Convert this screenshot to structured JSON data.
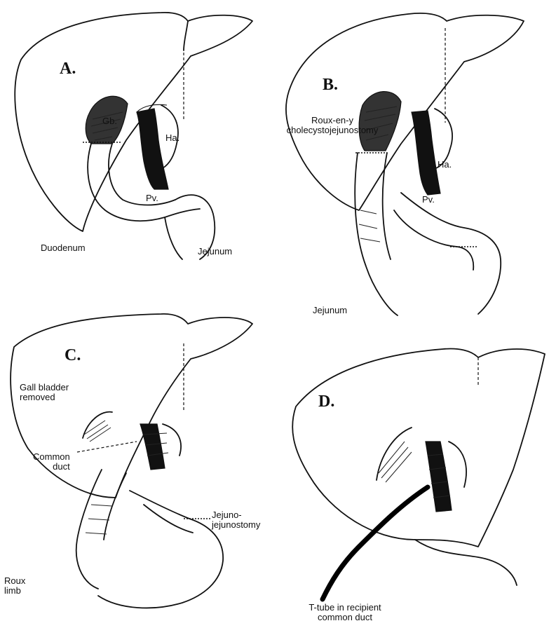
{
  "panels": {
    "a": {
      "letter": "A.",
      "labels": {
        "gallbladder": "Gb.",
        "hepatic_artery": "Ha.",
        "portal_vein": "Pv.",
        "duodenum": "Duodenum",
        "jejunum": "Jejunum"
      }
    },
    "b": {
      "letter": "B.",
      "labels": {
        "procedure_line1": "Roux-en-y",
        "procedure_line2": "cholecystojejunostomy",
        "hepatic_artery": "Ha.",
        "portal_vein": "Pv.",
        "jejunum": "Jejunum"
      }
    },
    "c": {
      "letter": "C.",
      "labels": {
        "gb_removed_line1": "Gall bladder",
        "gb_removed_line2": "removed",
        "common_duct_line1": "Common",
        "common_duct_line2": "duct",
        "jj_line1": "Jejuno-",
        "jj_line2": "jejunostomy",
        "roux_line1": "Roux",
        "roux_line2": "limb"
      }
    },
    "d": {
      "letter": "D.",
      "labels": {
        "ttube_line1": "T-tube in recipient",
        "ttube_line2": "common duct"
      }
    }
  }
}
